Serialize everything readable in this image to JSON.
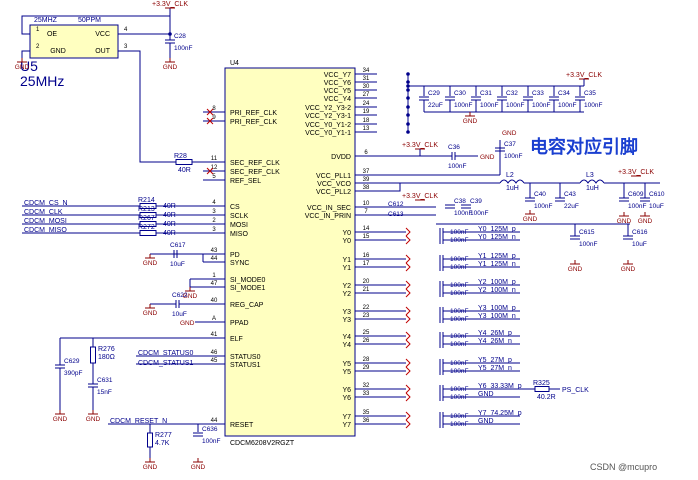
{
  "osc": {
    "title_left": "25MHZ",
    "title_right": "50PPM",
    "pins_left": [
      "OE",
      "GND"
    ],
    "pins_right": [
      "VCC",
      "OUT"
    ],
    "pin_nums": [
      "1",
      "2",
      "4",
      "3"
    ],
    "ref": "U5",
    "freq": "25MHz",
    "power": "+3.3V_CLK",
    "cap_ref": "C28",
    "cap_val": "100nF",
    "gnd": "GND"
  },
  "ic": {
    "ref": "U4",
    "part": "CDCM6208V2RGZT",
    "left_pins": [
      {
        "num": "8",
        "name": "PRI_REF_CLK"
      },
      {
        "num": "9",
        "name": "PRI_REF_CLK"
      },
      {
        "num": "11",
        "name": "SEC_REF_CLK"
      },
      {
        "num": "12",
        "name": "SEC_REF_CLK"
      },
      {
        "num": "5",
        "name": "REF_SEL"
      },
      {
        "num": "4",
        "name": "CS"
      },
      {
        "num": "3",
        "name": "SCLK"
      },
      {
        "num": "2",
        "name": "MOSI"
      },
      {
        "num": "3",
        "name": "MISO"
      },
      {
        "num": "43",
        "name": "PD"
      },
      {
        "num": "44",
        "name": "SYNC"
      },
      {
        "num": "1",
        "name": "SI_MODE0"
      },
      {
        "num": "47",
        "name": "SI_MODE1"
      },
      {
        "num": "40",
        "name": "REG_CAP"
      },
      {
        "num": "A",
        "name": "PPAD"
      },
      {
        "num": "41",
        "name": "ELF"
      },
      {
        "num": "46",
        "name": "STATUS0"
      },
      {
        "num": "45",
        "name": "STATUS1"
      },
      {
        "num": "44",
        "name": "RESET"
      }
    ],
    "right_pins": [
      {
        "num": "34",
        "name": "VCC_Y7"
      },
      {
        "num": "31",
        "name": "VCC_Y6"
      },
      {
        "num": "30",
        "name": "VCC_Y5"
      },
      {
        "num": "27",
        "name": "VCC_Y4"
      },
      {
        "num": "24",
        "name": "VCC_Y2_Y3-2"
      },
      {
        "num": "19",
        "name": "VCC_Y2_Y3-1"
      },
      {
        "num": "18",
        "name": "VCC_Y0_Y1-2"
      },
      {
        "num": "13",
        "name": "VCC_Y0_Y1-1"
      },
      {
        "num": "6",
        "name": "DVDD"
      },
      {
        "num": "37",
        "name": "VCC_PLL1"
      },
      {
        "num": "39",
        "name": "VCC_VCO"
      },
      {
        "num": "38",
        "name": "VCC_PLL2"
      },
      {
        "num": "10",
        "name": "VCC_IN_SEC"
      },
      {
        "num": "7",
        "name": "VCC_IN_PRIN"
      },
      {
        "num": "14",
        "name": "Y0"
      },
      {
        "num": "15",
        "name": "Y0"
      },
      {
        "num": "16",
        "name": "Y1"
      },
      {
        "num": "17",
        "name": "Y1"
      },
      {
        "num": "20",
        "name": "Y2"
      },
      {
        "num": "21",
        "name": "Y2"
      },
      {
        "num": "22",
        "name": "Y3"
      },
      {
        "num": "23",
        "name": "Y3"
      },
      {
        "num": "25",
        "name": "Y4"
      },
      {
        "num": "26",
        "name": "Y4"
      },
      {
        "num": "28",
        "name": "Y5"
      },
      {
        "num": "29",
        "name": "Y5"
      },
      {
        "num": "32",
        "name": "Y6"
      },
      {
        "num": "33",
        "name": "Y6"
      },
      {
        "num": "35",
        "name": "Y7"
      },
      {
        "num": "36",
        "name": "Y7"
      }
    ]
  },
  "nets": {
    "cs": "CDCM_CS_N",
    "clk": "CDCM_CLK",
    "mosi": "CDCM_MOSI",
    "miso": "CDCM_MISO",
    "status0": "CDCM_STATUS0",
    "status1": "CDCM_STATUS1",
    "reset": "CDCM_RESET_N",
    "ps_clk": "PS_CLK"
  },
  "resistors": [
    {
      "ref": "R28",
      "val": "40R"
    },
    {
      "ref": "R214",
      "val": "40R"
    },
    {
      "ref": "R213",
      "val": "40R"
    },
    {
      "ref": "R267",
      "val": "40R"
    },
    {
      "ref": "R272",
      "val": "40R"
    },
    {
      "ref": "R276",
      "val": "180Ω"
    },
    {
      "ref": "R277",
      "val": "4.7K"
    },
    {
      "ref": "R325",
      "val": "40.2R"
    }
  ],
  "caps": {
    "c617": [
      "C617",
      "10uF"
    ],
    "c622": [
      "C622",
      "10uF"
    ],
    "c629": [
      "C629",
      "390pF"
    ],
    "c631": [
      "C631",
      "15nF"
    ],
    "c636": [
      "C636",
      "100nF"
    ],
    "bank": [
      {
        "ref": "C29",
        "val": "22uF"
      },
      {
        "ref": "C30",
        "val": "100nF"
      },
      {
        "ref": "C31",
        "val": "100nF"
      },
      {
        "ref": "C32",
        "val": "100nF"
      },
      {
        "ref": "C33",
        "val": "100nF"
      },
      {
        "ref": "C34",
        "val": "100nF"
      },
      {
        "ref": "C35",
        "val": "100nF"
      }
    ],
    "c36": [
      "C36",
      "100nF"
    ],
    "c37": [
      "C37",
      "100nF"
    ],
    "c38": [
      "C38",
      "100nF"
    ],
    "c39": [
      "C39",
      "100nF"
    ],
    "c40": [
      "C40",
      "100nF"
    ],
    "c43": [
      "C43",
      "22uF"
    ],
    "c609": [
      "C609",
      "100nF"
    ],
    "c610": [
      "C610",
      "10uF"
    ],
    "c612": "C612",
    "c613": "C613",
    "c615": [
      "C615",
      "100nF"
    ],
    "c616": [
      "C616",
      "10uF"
    ]
  },
  "inductors": [
    {
      "ref": "L2",
      "val": "1uH"
    },
    {
      "ref": "L3",
      "val": "1uH"
    }
  ],
  "outputs": [
    "Y0_125M_p",
    "Y0_125M_n",
    "Y1_125M_p",
    "Y1_125M_n",
    "Y2_100M_p",
    "Y2_100M_n",
    "Y3_100M_p",
    "Y3_100M_n",
    "Y4_26M_p",
    "Y4_26M_n",
    "Y5_27M_p",
    "Y5_27M_n",
    "Y6_33.33M_p",
    "GND",
    "Y7_74.25M_p",
    "GND"
  ],
  "out_caps": "100nF",
  "power": "+3.3V_CLK",
  "gnd": "GND",
  "note": "电容对应引脚",
  "watermark": "CSDN @mcupro"
}
